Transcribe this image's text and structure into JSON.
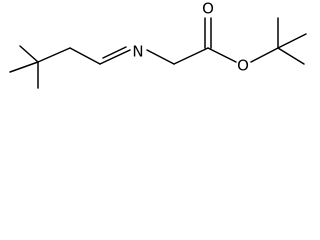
{
  "molecule": {
    "atoms": {
      "nitrogen": "N",
      "carbonyl_oxygen": "O",
      "ester_oxygen": "O"
    },
    "colors": {
      "bond": "#000000",
      "label": "#000000",
      "background": "#ffffff"
    }
  }
}
